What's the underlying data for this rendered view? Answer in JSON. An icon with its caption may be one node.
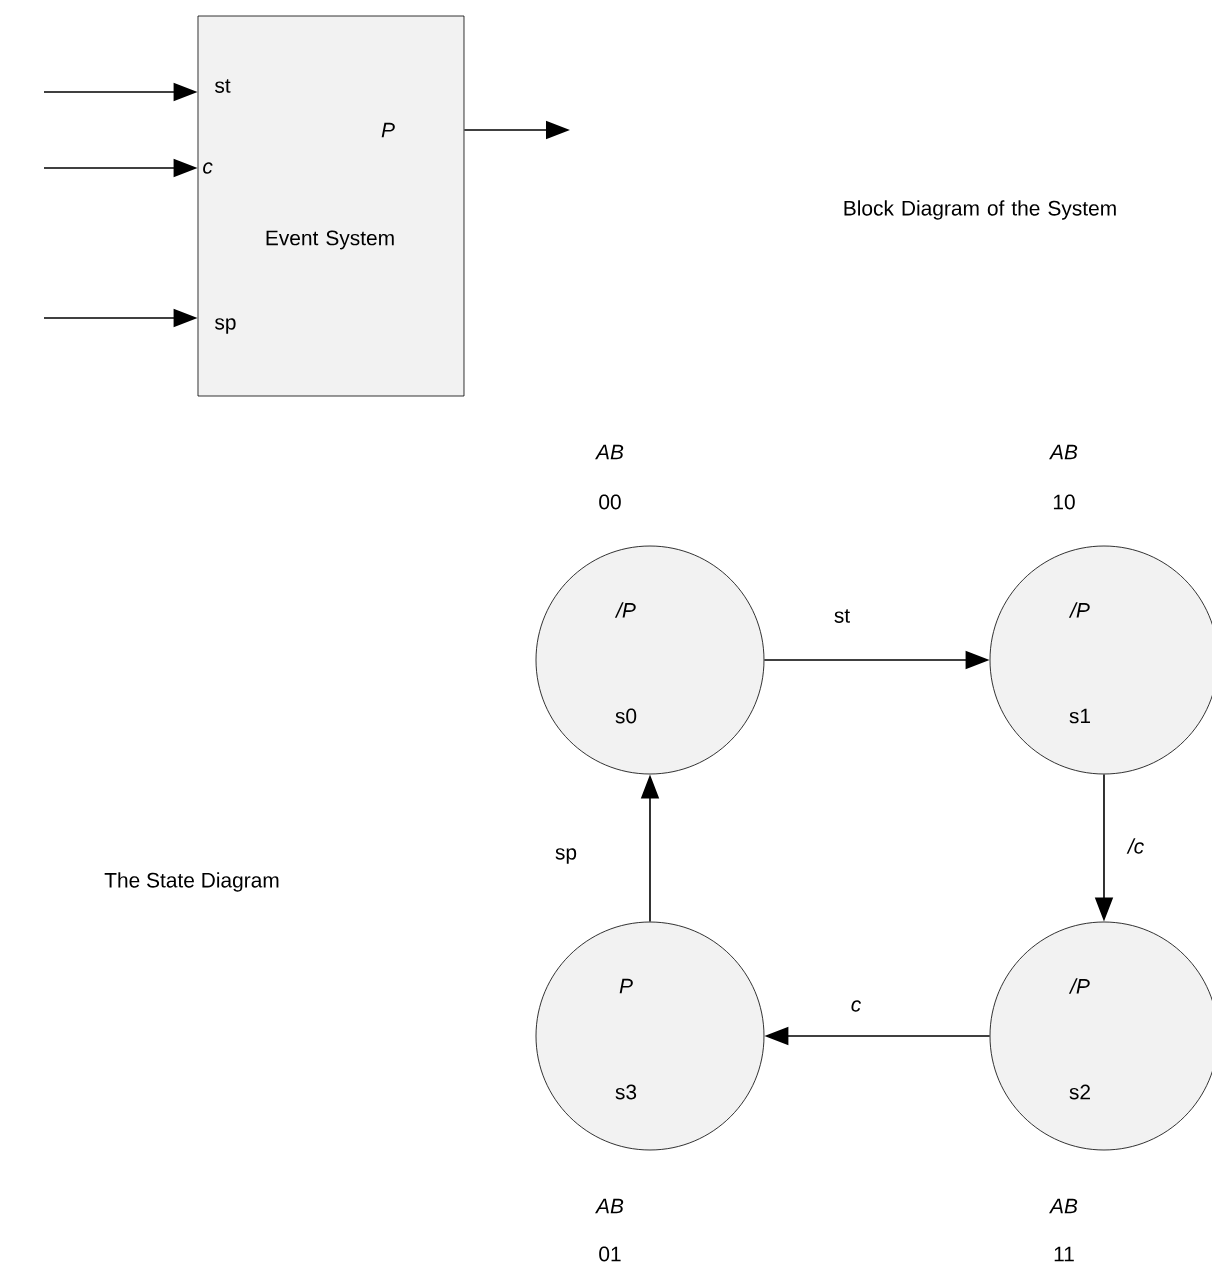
{
  "diagram": {
    "nodes": [
      {
        "text": [
          "st",
          "c",
          "sp",
          "P",
          "Event System"
        ]
      },
      {
        "text": [
          "/P",
          "s0"
        ],
        "beside": [
          "AB",
          "00"
        ]
      },
      {
        "text": [
          "/P",
          "s1"
        ],
        "beside": [
          "AB",
          "10"
        ]
      },
      {
        "text": [
          "P",
          "s3"
        ],
        "beside": [
          "AB",
          "01"
        ]
      },
      {
        "text": [
          "/P",
          "s2"
        ],
        "beside": [
          "AB",
          "11"
        ]
      }
    ],
    "edges": [
      {
        "from": null,
        "to": 0,
        "arrow": "to"
      },
      {
        "from": null,
        "to": 0,
        "arrow": "to"
      },
      {
        "from": null,
        "to": 0,
        "arrow": "to"
      },
      {
        "from": 0,
        "to": null,
        "arrow": "to"
      },
      {
        "from": 1,
        "to": 2,
        "label": "st",
        "arrow": "to"
      },
      {
        "from": 2,
        "to": 4,
        "label": "/c",
        "arrow": "to"
      },
      {
        "from": 4,
        "to": 3,
        "label": "c",
        "arrow": "to"
      },
      {
        "from": 3,
        "to": 1,
        "label": "sp",
        "arrow": "to"
      }
    ],
    "labels": [
      "Block Diagram of the System",
      "The State Diagram"
    ]
  }
}
